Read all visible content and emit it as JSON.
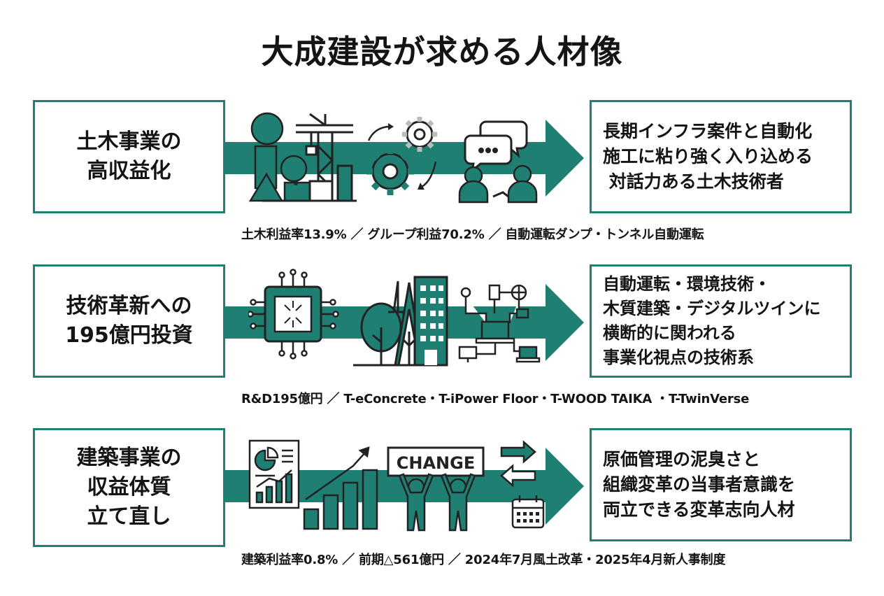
{
  "title": "大成建設が求める人材像",
  "colors": {
    "accent": "#1f7f72",
    "ink": "#222222",
    "gear_light": "#b8bcbc",
    "background": "#ffffff"
  },
  "rows": [
    {
      "left_lines": [
        "土木事業の",
        "高収益化"
      ],
      "right_lines": [
        "長期インフラ案件と自動化",
        "施工に粘り強く入り込める",
        " 対話力ある土木技術者"
      ],
      "caption": "土木利益率13.9% ／ グループ利益70.2% ／ 自動運転ダンプ・トンネル自動運転",
      "icons": [
        "construction-shapes-icon",
        "crane-icon",
        "gears-icon",
        "chat-bubbles-icon",
        "people-icon"
      ]
    },
    {
      "left_lines": [
        "技術革新への",
        "195億円投資"
      ],
      "right_lines": [
        "自動運転・環境技術・",
        "木質建築・デジタルツインに",
        "横断的に関われる",
        "事業化視点の技術系"
      ],
      "caption": "R&D195億円 ／ T-eConcrete・T-iPower Floor・T-WOOD TAIKA ・T-TwinVerse",
      "icons": [
        "chip-icon",
        "trees-icon",
        "building-icon",
        "network-icon"
      ]
    },
    {
      "left_lines": [
        "建築事業の",
        "収益体質",
        "立て直し"
      ],
      "right_lines": [
        "原価管理の泥臭さと",
        "組織変革の当事者意識を",
        "両立できる変革志向人材"
      ],
      "caption": "建築利益率0.8% ／ 前期△561億円 ／ 2024年7月風土改革・2025年4月新人事制度",
      "change_sign": "CHANGE",
      "icons": [
        "report-chart-icon",
        "growth-bars-icon",
        "change-sign-people-icon",
        "exchange-arrows-icon",
        "calendar-icon"
      ]
    }
  ]
}
